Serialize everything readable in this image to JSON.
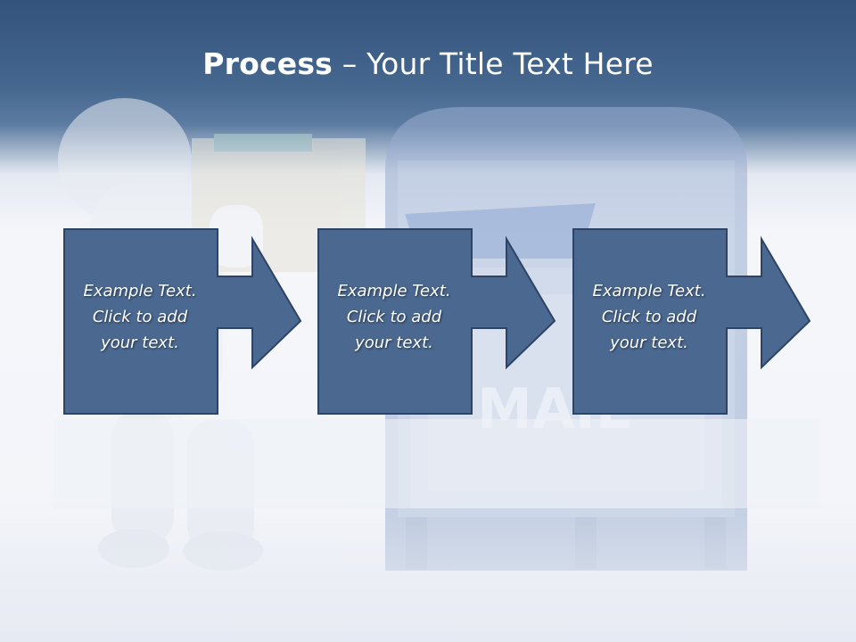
{
  "title": {
    "bold": "Process",
    "rest": " – Your Title Text Here"
  },
  "steps": [
    {
      "line1": "Example Text.",
      "line2": "Click  to add",
      "line3": "your text."
    },
    {
      "line1": "Example Text.",
      "line2": "Click  to add",
      "line3": "your text."
    },
    {
      "line1": "Example Text.",
      "line2": "Click  to add",
      "line3": "your text."
    }
  ],
  "background": {
    "mailbox_label": "MAIL"
  },
  "colors": {
    "header_top": "#33527c",
    "box_fill": "#4a6890",
    "box_stroke": "#2d4466",
    "text": "#ffffff"
  }
}
